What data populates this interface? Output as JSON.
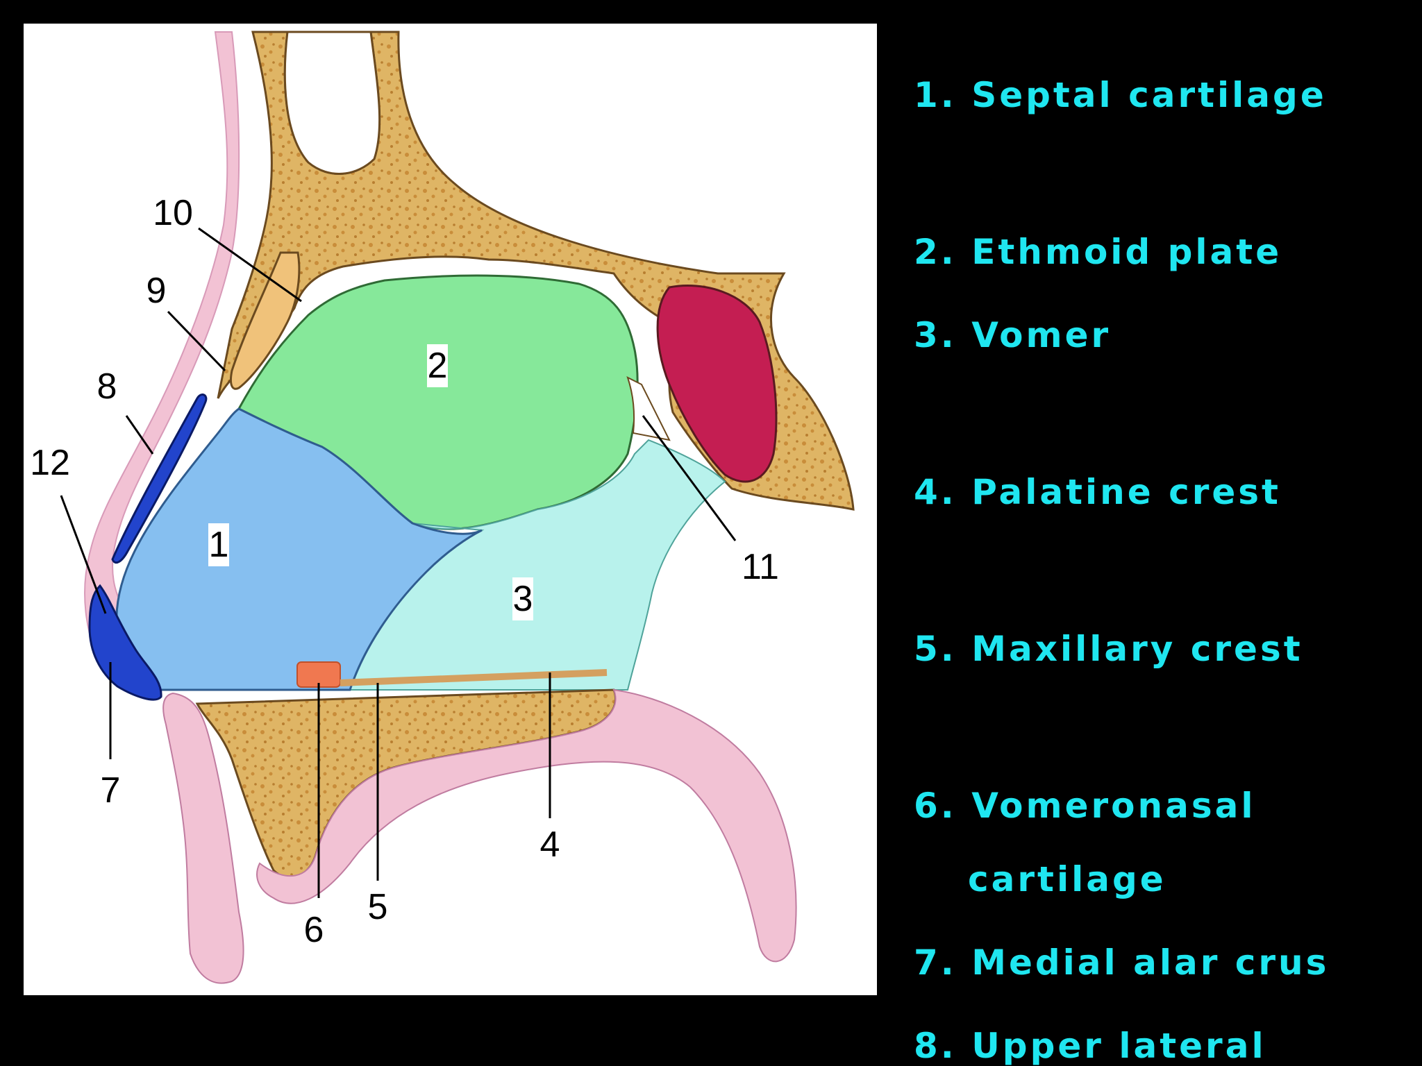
{
  "diagram": {
    "callouts": [
      "1",
      "2",
      "3",
      "4",
      "5",
      "6",
      "7",
      "8",
      "9",
      "10",
      "11",
      "12"
    ]
  },
  "legend": {
    "items": [
      {
        "text": "1. Septal cartilage"
      },
      {
        "text": "2. Ethmoid plate"
      },
      {
        "text": "3. Vomer"
      },
      {
        "text": "4. Palatine crest"
      },
      {
        "text": "5. Maxillary crest"
      },
      {
        "text": "6. Vomeronasal"
      },
      {
        "text": "cartilage"
      },
      {
        "text": "7. Medial alar crus"
      },
      {
        "text": "8. Upper lateral"
      }
    ]
  },
  "colors": {
    "background": "#000000",
    "legend_text": "#1fe6f0",
    "septal_cartilage": "#86bff0",
    "ethmoid_plate": "#86e89a",
    "vomer": "#b8f2ec",
    "bone": "#dcb060",
    "skin": "#f2c2d4",
    "sinus": "#c41e52",
    "vomeronasal": "#f07850",
    "alar_cartilage": "#2244cc"
  }
}
